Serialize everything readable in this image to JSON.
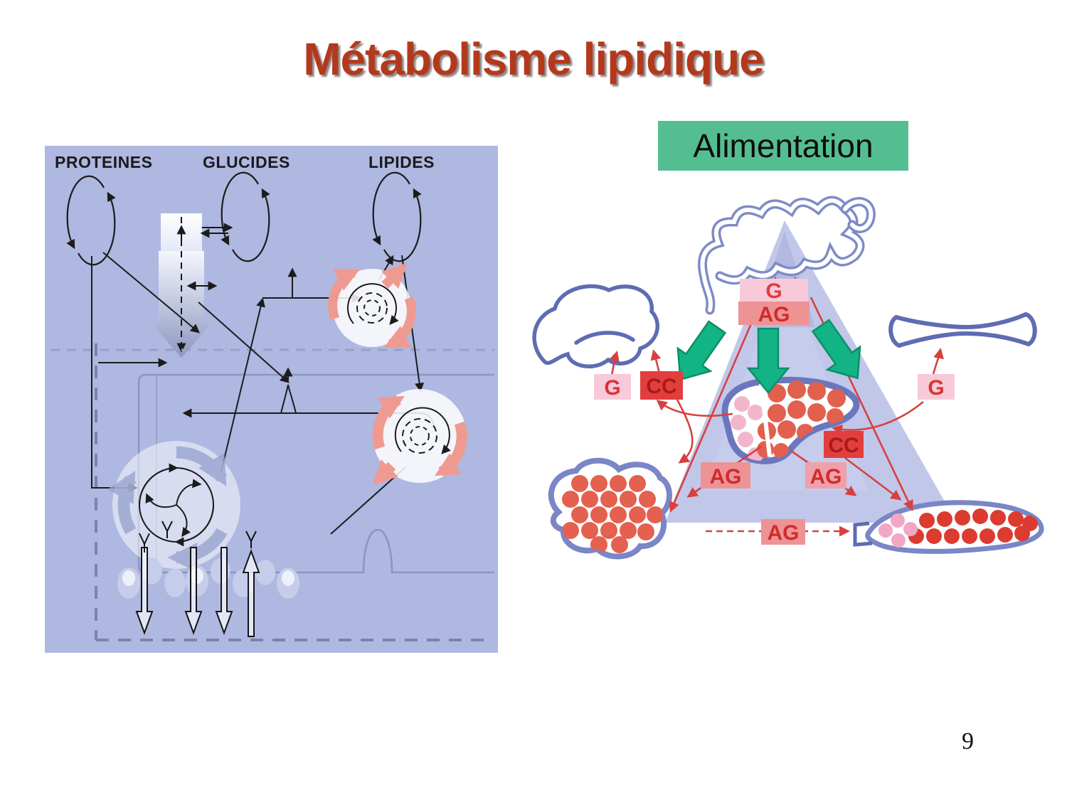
{
  "slide": {
    "title": "Métabolisme lipidique",
    "page_number": "9"
  },
  "left_figure": {
    "description": "scanned-textbook-metabolic-map",
    "labels": {
      "proteines": "PROTEINES",
      "glucides": "GLUCIDES",
      "lipides": "LIPIDES"
    }
  },
  "right_figure": {
    "header": "Alimentation",
    "boxes": {
      "g_top": "G",
      "ag_top": "AG",
      "g_left": "G",
      "cc_left": "CC",
      "g_right": "G",
      "cc_mid": "CC",
      "ag_liver_left": "AG",
      "ag_liver_right": "AG",
      "ag_bottom": "AG"
    },
    "organs": [
      "intestine",
      "brain",
      "red-blood-cell",
      "liver",
      "adipose-tissue",
      "muscle"
    ]
  },
  "colors": {
    "title": "#b4391c",
    "header_bg": "#54be92",
    "left_figure_bg": "#aeb8e1",
    "green_arrow": "#12b384",
    "red_line": "#d84040",
    "pink_box_bg": "#f8cad9",
    "salmon_box_bg": "#ee9395",
    "red_box_bg": "#e23e3e"
  }
}
